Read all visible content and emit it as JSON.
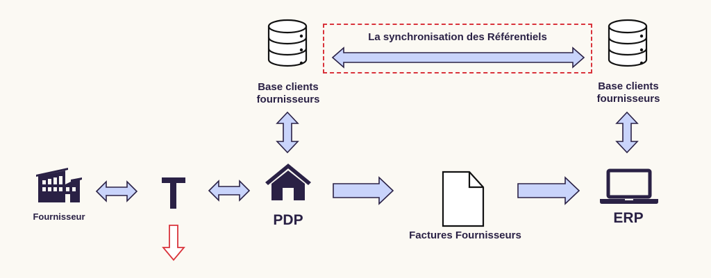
{
  "diagram": {
    "nodes": {
      "fournisseur": {
        "label": "Fournisseur",
        "icon": "factory-icon"
      },
      "t": {
        "label": "T",
        "icon": "letter-t-icon"
      },
      "pdp": {
        "label": "PDP",
        "icon": "house-icon"
      },
      "factures": {
        "label": "Factures Fournisseurs",
        "icon": "document-icon"
      },
      "erp": {
        "label": "ERP",
        "icon": "laptop-icon"
      },
      "base_left": {
        "label_line1": "Base clients",
        "label_line2": "fournisseurs",
        "icon": "database-icon"
      },
      "base_right": {
        "label_line1": "Base clients",
        "label_line2": "fournisseurs",
        "icon": "database-icon"
      }
    },
    "sync": {
      "label": "La synchronisation des Référentiels"
    },
    "colors": {
      "background": "#fbf9f3",
      "ink": "#2a2145",
      "arrow_fill": "#c9d4fb",
      "dashed_border": "#d9333b",
      "down_arrow": "#d9333b"
    }
  }
}
